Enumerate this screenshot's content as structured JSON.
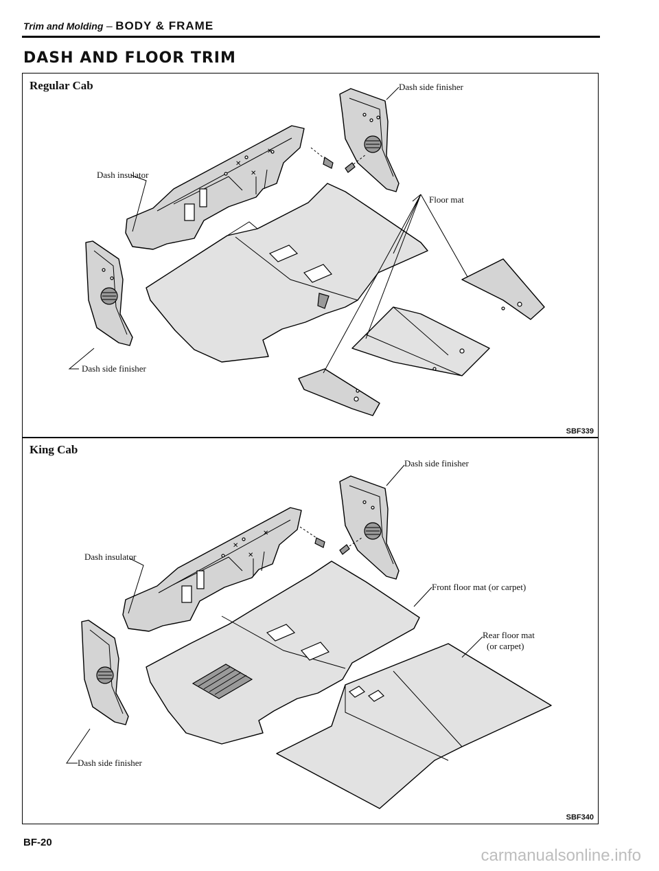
{
  "header": {
    "section": "Trim and Molding",
    "separator": " – ",
    "title": "BODY & FRAME"
  },
  "page_title": "DASH AND FLOOR TRIM",
  "panels": [
    {
      "label": "Regular Cab",
      "ref": "SBF339",
      "callouts": {
        "dash_side_finisher_right": "Dash side finisher",
        "dash_insulator": "Dash insulator",
        "floor_mat": "Floor mat",
        "dash_side_finisher_left": "Dash side finisher"
      }
    },
    {
      "label": "King Cab",
      "ref": "SBF340",
      "callouts": {
        "dash_side_finisher_right": "Dash side finisher",
        "dash_insulator": "Dash insulator",
        "front_floor_mat": "Front floor mat (or carpet)",
        "rear_floor_mat_1": "Rear floor mat",
        "rear_floor_mat_2": "(or carpet)",
        "dash_side_finisher_left": "Dash side finisher"
      }
    }
  ],
  "page_number": "BF-20",
  "watermark": "carmanualsonline.info"
}
